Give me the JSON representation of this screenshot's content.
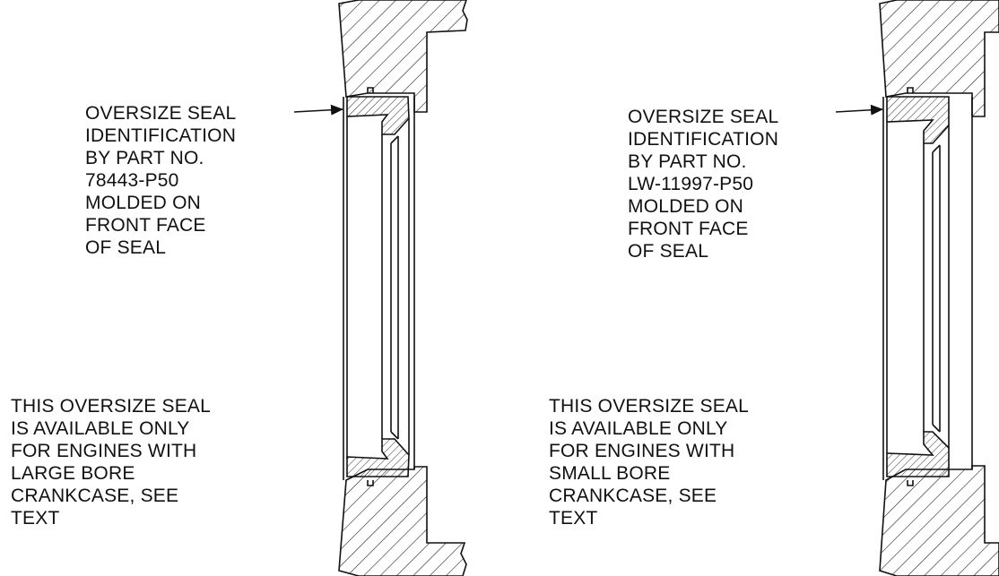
{
  "left_panel": {
    "id_note": [
      "OVERSIZE SEAL",
      "IDENTIFICATION",
      "BY PART NO.",
      "78443-P50",
      "MOLDED ON",
      "FRONT FACE",
      "OF SEAL"
    ],
    "avail_note": [
      "THIS OVERSIZE SEAL",
      "IS AVAILABLE ONLY",
      "FOR ENGINES WITH",
      "LARGE BORE",
      "CRANKCASE, SEE",
      "TEXT"
    ]
  },
  "right_panel": {
    "id_note": [
      "OVERSIZE SEAL",
      "IDENTIFICATION",
      "BY PART NO.",
      "LW-11997-P50",
      "MOLDED ON",
      "FRONT FACE",
      "OF SEAL"
    ],
    "avail_note": [
      "THIS OVERSIZE SEAL",
      "IS AVAILABLE ONLY",
      "FOR ENGINES WITH",
      "SMALL BORE",
      "CRANKCASE, SEE",
      "TEXT"
    ]
  },
  "colors": {
    "ink": "#111111",
    "paper": "#ffffff"
  }
}
